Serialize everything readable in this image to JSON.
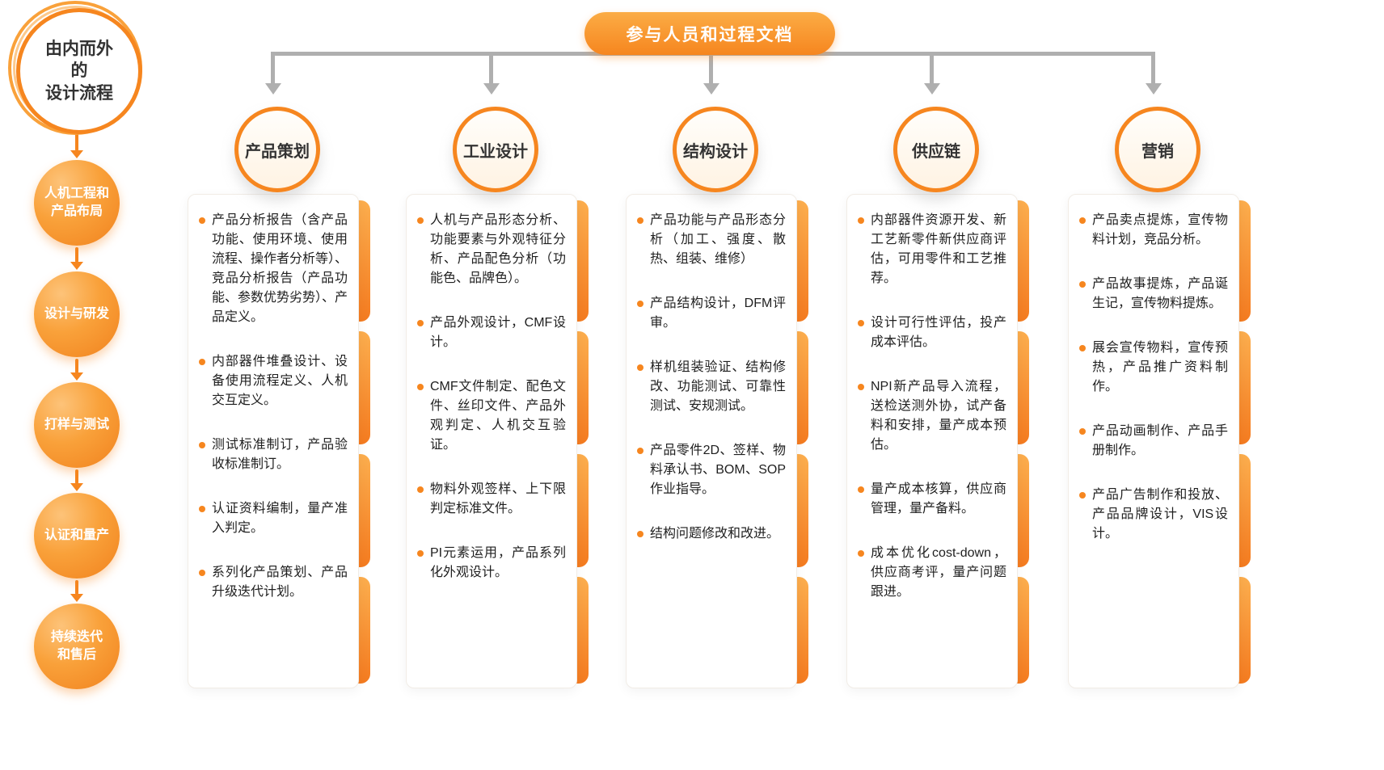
{
  "colors": {
    "orange": "#F6861F",
    "orange_light": "#FBAC45",
    "connector_gray": "#AFAFAF"
  },
  "intro": {
    "label": "由内而外\n的\n设计流程"
  },
  "pill": {
    "label": "参与人员和过程文档"
  },
  "left_steps": [
    {
      "label": "人机工程和\n产品布局"
    },
    {
      "label": "设计与研发"
    },
    {
      "label": "打样与测试"
    },
    {
      "label": "认证和量产"
    },
    {
      "label": "持续迭代\n和售后"
    }
  ],
  "columns": [
    {
      "title": "产品策划",
      "items": [
        "产品分析报告（含产品功能、使用环境、使用流程、操作者分析等）、竞品分析报告（产品功能、参数优势劣势）、产品定义。",
        "内部器件堆叠设计、设备使用流程定义、人机交互定义。",
        "测试标准制订，产品验收标准制订。",
        "认证资料编制，量产准入判定。",
        "系列化产品策划、产品升级迭代计划。"
      ]
    },
    {
      "title": "工业设计",
      "items": [
        "人机与产品形态分析、功能要素与外观特征分析、产品配色分析（功能色、品牌色）。",
        "产品外观设计，CMF设计。",
        "CMF文件制定、配色文件、丝印文件、产品外观判定、人机交互验证。",
        "物料外观签样、上下限判定标准文件。",
        "PI元素运用，产品系列化外观设计。"
      ]
    },
    {
      "title": "结构设计",
      "items": [
        "产品功能与产品形态分析（加工、强度、散热、组装、维修）",
        "产品结构设计，DFM评审。",
        "样机组装验证、结构修改、功能测试、可靠性测试、安规测试。",
        "产品零件2D、签样、物料承认书、BOM、SOP作业指导。",
        "结构问题修改和改进。"
      ]
    },
    {
      "title": "供应链",
      "items": [
        "内部器件资源开发、新工艺新零件新供应商评估，可用零件和工艺推荐。",
        "设计可行性评估，投产成本评估。",
        "NPI新产品导入流程，送检送测外协，试产备料和安排，量产成本预估。",
        "量产成本核算，供应商管理，量产备料。",
        "成本优化cost-down，供应商考评，量产问题跟进。"
      ]
    },
    {
      "title": "营销",
      "items": [
        "产品卖点提炼，宣传物料计划，竞品分析。",
        "产品故事提炼，产品诞生记，宣传物料提炼。",
        "展会宣传物料，宣传预热，产品推广资料制作。",
        "产品动画制作、产品手册制作。",
        "产品广告制作和投放、产品品牌设计，VIS设计。"
      ]
    }
  ]
}
